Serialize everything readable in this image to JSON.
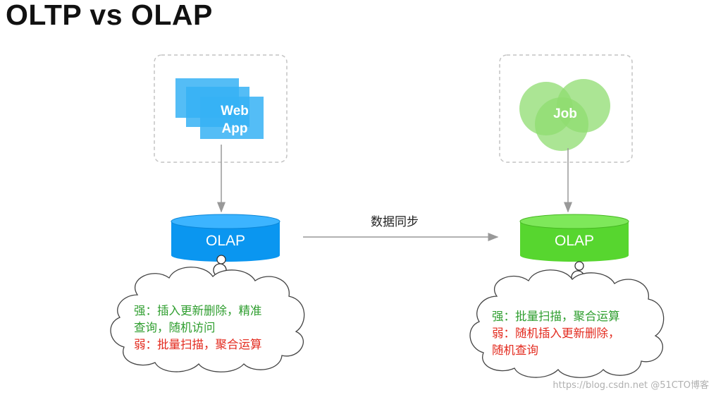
{
  "title": "OLTP vs OLAP",
  "left": {
    "app_label_line1": "Web",
    "app_label_line2": "App",
    "db_label": "OLAP",
    "strong_line1": "强：插入更新删除，精准",
    "strong_line2": "查询，随机访问",
    "weak_line1": "弱：批量扫描，聚合运算"
  },
  "right": {
    "job_label": "Job",
    "db_label": "OLAP",
    "strong_line1": "强：批量扫描，聚合运算",
    "weak_line1": "弱：随机插入更新删除，",
    "weak_line2": "随机查询"
  },
  "sync_label": "数据同步",
  "watermark": "https://blog.csdn.net @51CTO博客",
  "colors": {
    "blue_db": "#0a96f0",
    "blue_db_top": "#3cb4ff",
    "green_db": "#57d62f",
    "green_db_top": "#7ee85a",
    "app_blue": "#36b2f5",
    "job_green": "#8fdc70",
    "strong_text": "#2f9e2f",
    "weak_text": "#e32b1f"
  },
  "icons": [
    "web-app-icon",
    "job-icon",
    "database-icon",
    "thought-cloud-icon"
  ]
}
